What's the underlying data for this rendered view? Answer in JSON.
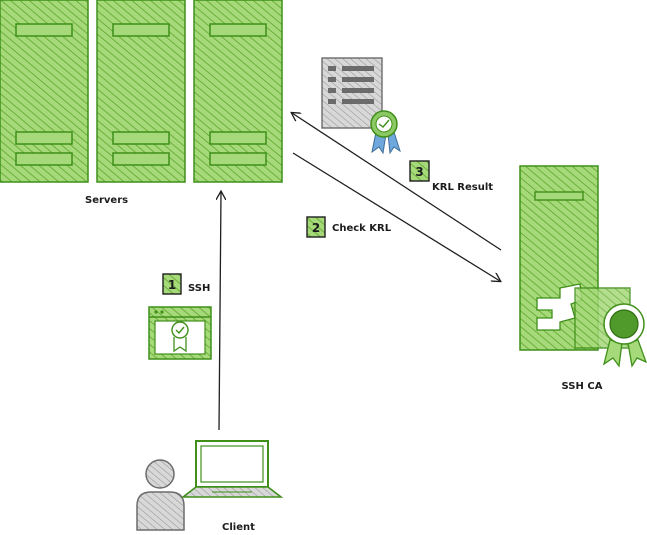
{
  "labels": {
    "servers": "Servers",
    "ssh_ca": "SSH CA",
    "client": "Client"
  },
  "steps": [
    {
      "number": "1",
      "label": "SSH"
    },
    {
      "number": "2",
      "label": "Check KRL"
    },
    {
      "number": "3",
      "label": "KRL Result"
    }
  ],
  "colors": {
    "green_fill": "#9fd46b",
    "green_stroke": "#3f8f1a",
    "gray_fill": "#bfbfbf",
    "gray_stroke": "#6b6b6b",
    "arrow": "#1f1f1f"
  },
  "icons": [
    "server-icon",
    "ssh-ca-server-icon",
    "certificate-icon",
    "krl-document-icon",
    "ribbon-badge-icon",
    "user-icon",
    "laptop-icon"
  ]
}
